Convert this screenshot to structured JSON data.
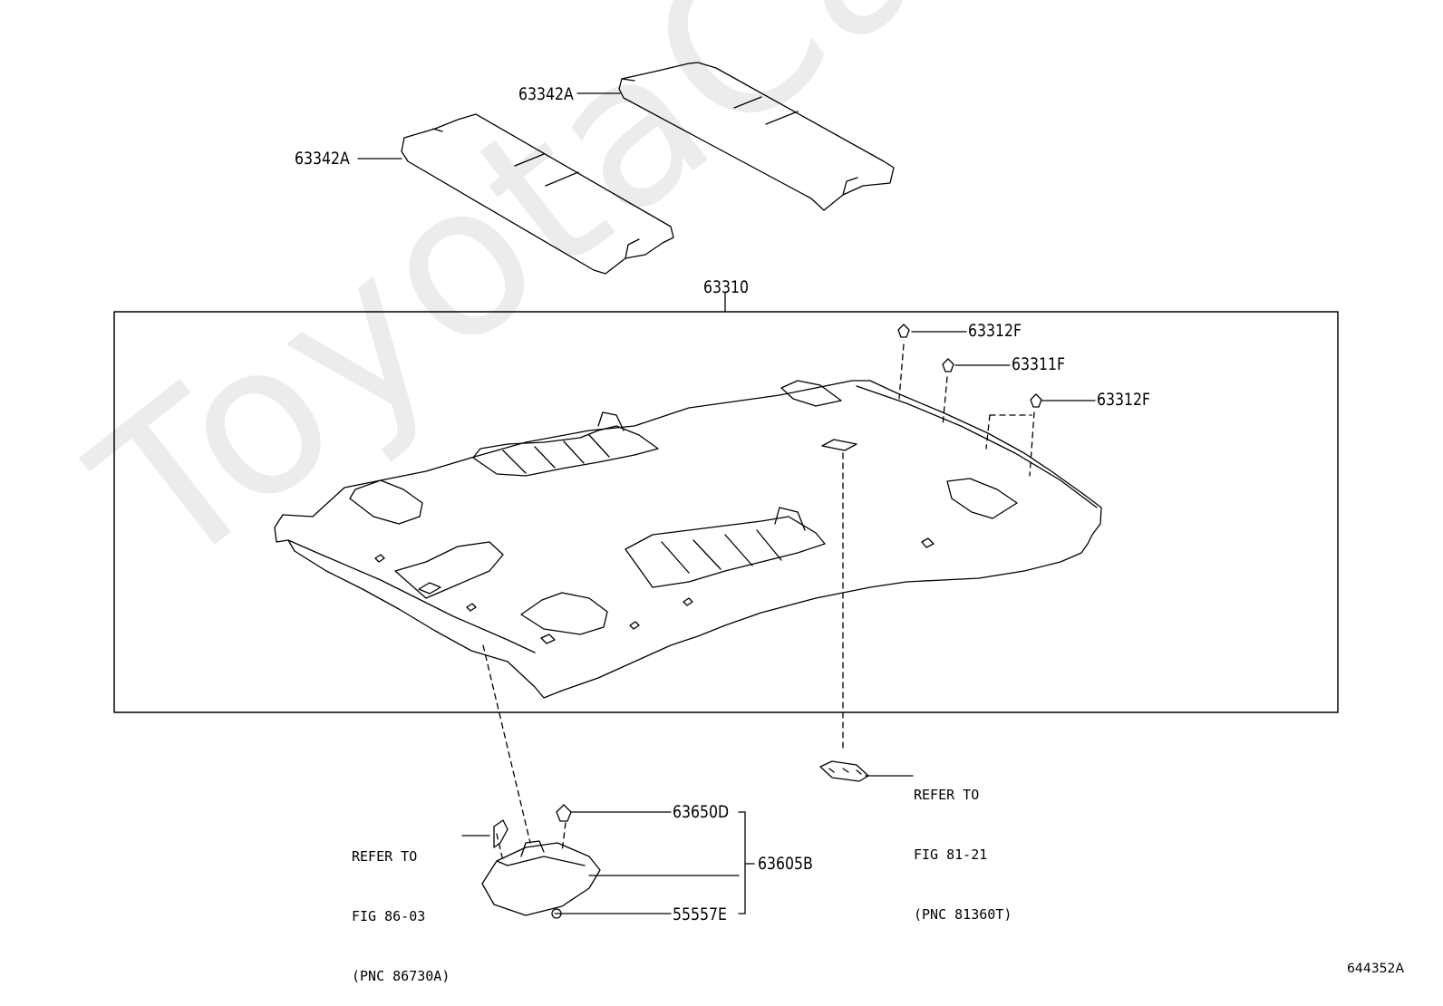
{
  "watermark": "ToyotaCarMine.ru",
  "figure_id": "644352A",
  "parts": {
    "pad_upper": "63342A",
    "pad_lower": "63342A",
    "headliner": "63310",
    "clip_a": "63312F",
    "clip_b": "63311F",
    "clip_c": "63312F",
    "lamp_clip": "63650D",
    "lamp_assy": "63605B",
    "lamp_screw": "55557E"
  },
  "notes": {
    "fig_81": {
      "line1": "REFER TO",
      "line2": "FIG 81-21",
      "line3": "(PNC 81360T)"
    },
    "fig_86": {
      "line1": "REFER TO",
      "line2": "FIG 86-03",
      "line3": "(PNC 86730A)"
    }
  }
}
